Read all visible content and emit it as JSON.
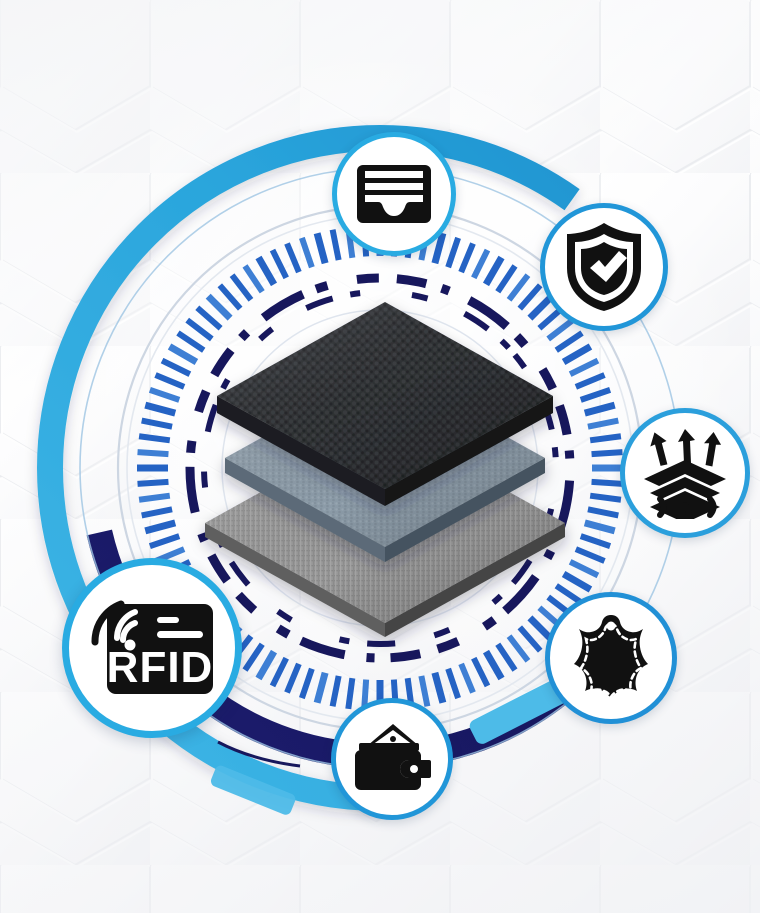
{
  "meta": {
    "title": "RFID Blocking Multi-Layer Leather Material Infographic",
    "subject": "Exploded view of three-layer wallet material with feature icons"
  },
  "theme": {
    "accent_light_blue": "#29ABE2",
    "accent_blue": "#2563c4",
    "accent_navy": "#18185e",
    "background": "#fbfbfc",
    "icon_black": "#111111",
    "hex_seam": "#e4e6ea"
  },
  "center_graphic": {
    "name": "exploded-layer-stack",
    "layers": [
      {
        "id": "top",
        "label": "Pebbled Black Leather",
        "color": "#2e3033",
        "edge": "#17181a"
      },
      {
        "id": "middle",
        "label": "Blue-Gray RFID Shield",
        "color": "#8d9ca8",
        "edge": "#4b5a66"
      },
      {
        "id": "bottom",
        "label": "Gray Fabric Lining",
        "color": "#9b9b9b",
        "edge": "#5a5a5a"
      }
    ]
  },
  "rings": {
    "outer_arc_color": "#35acdf",
    "navy_arc_color": "#17175c",
    "tick_ring_color": "#2563c4",
    "tick_ring_alt_color": "#3e7fd4",
    "dashed_ring_color": "#17175c",
    "thin_ring_color": "#b9c6d6",
    "tick_count": 96
  },
  "icons": [
    {
      "id": "card-holder",
      "name": "card-holder-icon",
      "label": "Card Holder",
      "position": "top"
    },
    {
      "id": "shield-check",
      "name": "shield-check-icon",
      "label": "Protection Verified",
      "position": "top-right"
    },
    {
      "id": "breathable-layers",
      "name": "breathable-layers-icon",
      "label": "Breathable Multi-Layer",
      "position": "right"
    },
    {
      "id": "genuine-leather",
      "name": "genuine-leather-icon",
      "label": "Genuine Leather",
      "position": "bottom-right"
    },
    {
      "id": "wallet-cash",
      "name": "wallet-icon",
      "label": "Wallet",
      "position": "bottom"
    },
    {
      "id": "rfid",
      "name": "rfid-icon",
      "label": "RFID",
      "text": "RFID",
      "position": "left"
    }
  ],
  "accents": {
    "bottom_right_bar_color": "#4dbbe8",
    "bottom_left_bar_color": "#4dbbe8"
  }
}
